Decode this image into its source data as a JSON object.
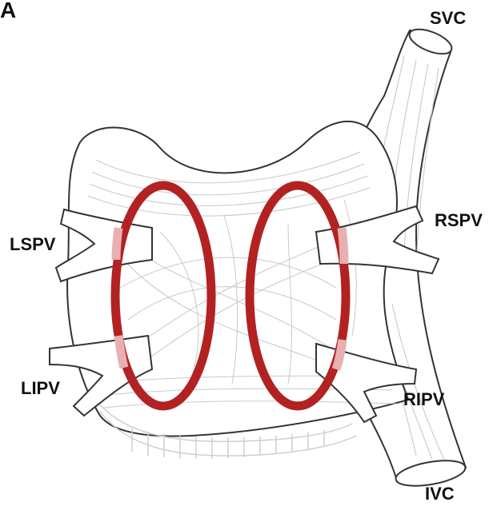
{
  "panel_label": "A",
  "labels": {
    "svc": "SVC",
    "ivc": "IVC",
    "lspv": "LSPV",
    "lipv": "LIPV",
    "rspv": "RSPV",
    "ripv": "RIPV"
  },
  "colors": {
    "ablation_ring": "#b22222",
    "ring_on_vein": "#e8b0b0",
    "outline": "#333333",
    "fibers": "#bdbdbd",
    "background": "#ffffff"
  }
}
